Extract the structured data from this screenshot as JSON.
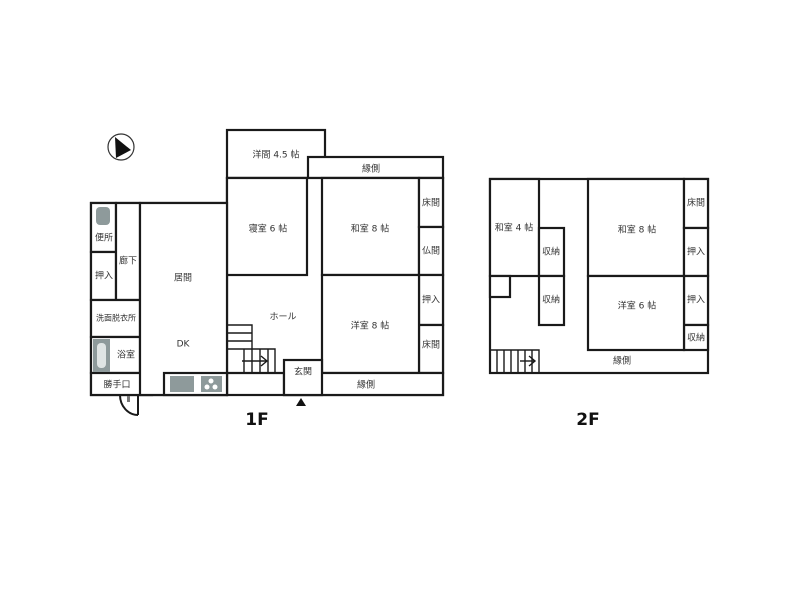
{
  "floor1": {
    "label": "1F",
    "rooms": {
      "youma45": "洋間 4.5 帖",
      "engawa_top": "縁側",
      "shinshitsu": "寝室 6 帖",
      "washitsu8": "和室 8 帖",
      "tokonoma1": "床間",
      "butsuma": "仏間",
      "oshiire_r": "押入",
      "tokonoma2": "床間",
      "youshitsu8": "洋室 8 帖",
      "hall": "ホール",
      "genkan": "玄関",
      "engawa_bottom": "縁側",
      "benjo": "便所",
      "oshiire_l": "押入",
      "rouka": "廊下",
      "senmen": "洗面脱衣所",
      "yokushitsu": "浴室",
      "katteguchi": "勝手口",
      "ima": "居間",
      "dk": "DK"
    }
  },
  "floor2": {
    "label": "2F",
    "rooms": {
      "washitsu4": "和室 4 帖",
      "shuno1": "収納",
      "shuno2": "収納",
      "washitsu8": "和室 8 帖",
      "tokonoma": "床間",
      "oshiire1": "押入",
      "oshiire2": "押入",
      "shuno3": "収納",
      "youshitsu6": "洋室 6 帖",
      "engawa": "縁側"
    }
  }
}
